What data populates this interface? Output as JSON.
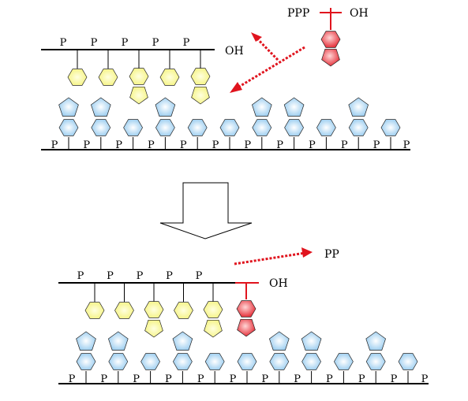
{
  "labels": {
    "phosphate": "P",
    "hydroxyl": "OH",
    "triphosphate": "PPP",
    "pyrophosphate": "PP"
  },
  "colors": {
    "template_base": "#8fc7ee",
    "primer_base": "#f4f27a",
    "incoming_nucleotide": "#e5303a",
    "arrow": "#e0141e",
    "backbone": "#000000"
  },
  "template_strand": {
    "bases": [
      "purine",
      "purine",
      "pyrimidine",
      "purine",
      "pyrimidine",
      "pyrimidine",
      "purine",
      "purine",
      "pyrimidine",
      "purine",
      "pyrimidine"
    ]
  },
  "primer_strand": {
    "bases": [
      "pyrimidine",
      "pyrimidine",
      "purine",
      "pyrimidine",
      "purine"
    ]
  },
  "incoming_nucleotide": {
    "base": "purine"
  }
}
